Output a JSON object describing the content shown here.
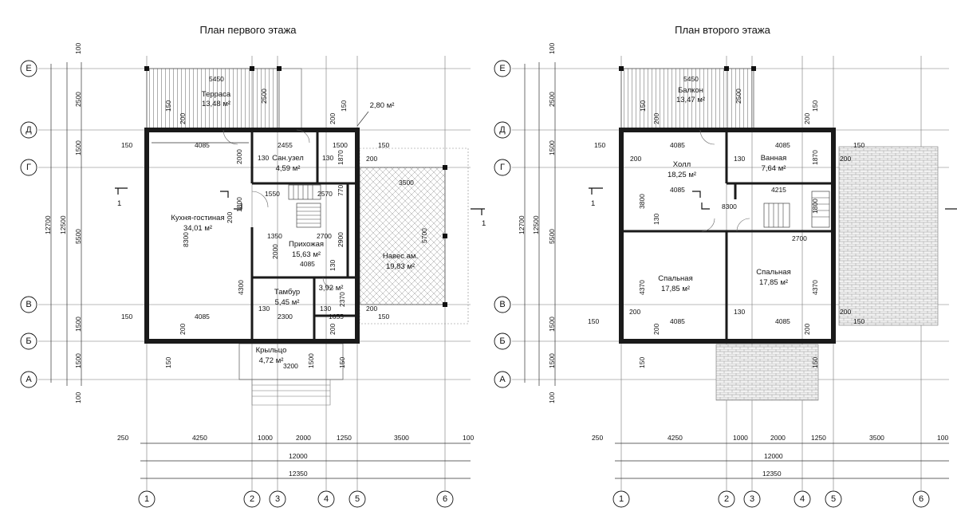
{
  "plan1": {
    "title": "План первого этажа",
    "rooms": {
      "terrace_name": "Терраса",
      "terrace_area": "13,48 м²",
      "bath_name": "Сан.узел",
      "bath_area": "4,59 м²",
      "kitchen_name": "Кухня-гостиная",
      "kitchen_area": "34,01 м²",
      "hall_name": "Прихожая",
      "hall_area": "15,63 м²",
      "vest_name": "Тамбур",
      "vest_area": "5,45 м²",
      "small_area": "3,92 м²",
      "carport_name": "Навес ам.",
      "carport_area": "19,83 м²",
      "porch_name": "Крыльцо",
      "porch_area": "4,72 м²",
      "tag_area": "2,80 м²"
    },
    "dims": {
      "d5450": "5450",
      "d2500a": "2500",
      "d2500b": "2500",
      "d150a": "150",
      "d200a": "200",
      "d150b": "150",
      "d200b": "200",
      "d4085a": "4085",
      "d2455": "2455",
      "d1500": "1500",
      "d150c": "150",
      "d150d": "150",
      "d200c": "200",
      "d2000a": "2000",
      "d130a": "130",
      "d130b": "130",
      "d1870": "1870",
      "d1550": "1550",
      "d2570": "2570",
      "d770": "770",
      "d3500": "3500",
      "d1800": "1800",
      "d200d": "200",
      "d8300": "8300",
      "d1350": "1350",
      "d2700": "2700",
      "d2000b": "2000",
      "d2900": "2900",
      "d5700": "5700",
      "d4085b": "4085",
      "d130c": "130",
      "d4300": "4300",
      "d2370": "2370",
      "d130d": "130",
      "d130e": "130",
      "d4085c": "4085",
      "d2300": "2300",
      "d1655": "1655",
      "d150e": "150",
      "d200e": "200",
      "d150f": "150",
      "d200f": "200",
      "d200g": "200",
      "d3200": "3200",
      "d1500b": "1500",
      "d150g": "150",
      "d150h": "150"
    },
    "leftdims": {
      "v100a": "100",
      "v2500": "2500",
      "v1500a": "1500",
      "v5500": "5500",
      "v1500b": "1500",
      "v1500c": "1500",
      "v100b": "100",
      "v12700": "12700",
      "v12500": "12500"
    },
    "bottom": {
      "b250": "250",
      "b4250": "4250",
      "b1000": "1000",
      "b2000": "2000",
      "b1250": "1250",
      "b3500": "3500",
      "b100": "100",
      "b12000": "12000",
      "b12350": "12350"
    },
    "cut": "1",
    "rows": [
      "Е",
      "Д",
      "Г",
      "В",
      "Б",
      "А"
    ],
    "cols": [
      "1",
      "2",
      "3",
      "4",
      "5",
      "6"
    ]
  },
  "plan2": {
    "title": "План второго этажа",
    "rooms": {
      "balcony_name": "Балкон",
      "balcony_area": "13,47 м²",
      "holl_name": "Холл",
      "holl_area": "18,25 м²",
      "bath_name": "Ванная",
      "bath_area": "7,64 м²",
      "bed1_name": "Спальная",
      "bed1_area": "17,85 м²",
      "bed2_name": "Спальная",
      "bed2_area": "17,85 м²"
    },
    "dims": {
      "d5450": "5450",
      "d2500a": "2500",
      "d2500b": "2500",
      "d150a": "150",
      "d200a": "200",
      "d150b": "150",
      "d4085a": "4085",
      "d4085b": "4085",
      "d200b": "200",
      "d150c": "150",
      "d150d": "150",
      "d200c": "200",
      "d130a": "130",
      "d1870": "1870",
      "d200d": "200",
      "d3800": "3800",
      "d4085c": "4085",
      "d4215": "4215",
      "d8300": "8300",
      "d1800": "1800",
      "d130b": "130",
      "d2700": "2700",
      "d4370a": "4370",
      "d4370b": "4370",
      "d130c": "130",
      "d200e": "200",
      "d150e": "150",
      "d200f": "200",
      "d4085d": "4085",
      "d4085e": "4085",
      "d150f": "150",
      "d200g": "200",
      "d200h": "200",
      "d150g": "150",
      "d150h": "150"
    },
    "leftdims": {
      "v100a": "100",
      "v2500": "2500",
      "v1500a": "1500",
      "v5500": "5500",
      "v1500b": "1500",
      "v1500c": "1500",
      "v100b": "100",
      "v12700": "12700",
      "v12500": "12500"
    },
    "bottom": {
      "b250": "250",
      "b4250": "4250",
      "b1000": "1000",
      "b2000": "2000",
      "b1250": "1250",
      "b3500": "3500",
      "b100": "100",
      "b12000": "12000",
      "b12350": "12350"
    },
    "cut": "1",
    "rows": [
      "Е",
      "Д",
      "Г",
      "В",
      "Б",
      "А"
    ],
    "cols": [
      "1",
      "2",
      "3",
      "4",
      "5",
      "6"
    ]
  }
}
